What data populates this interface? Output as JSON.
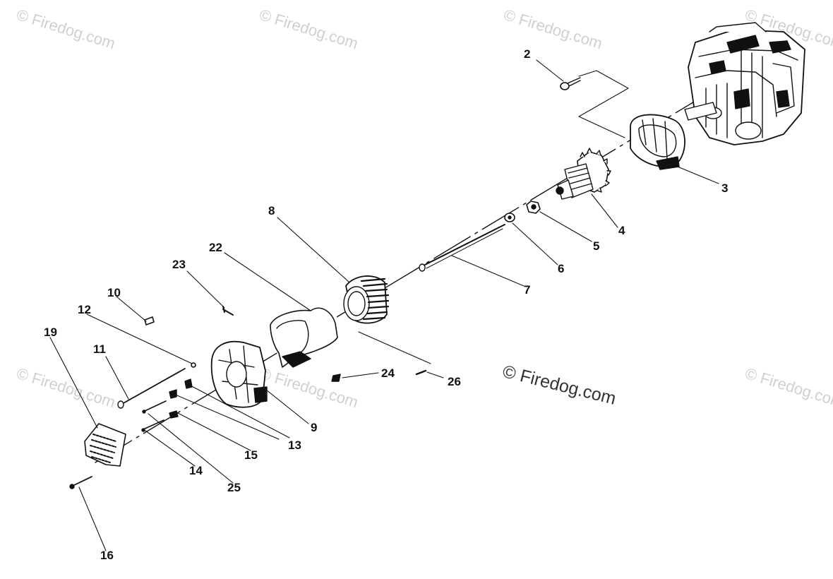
{
  "callouts": {
    "c2": "2",
    "c3": "3",
    "c4": "4",
    "c5": "5",
    "c6": "6",
    "c7": "7",
    "c8": "8",
    "c9": "9",
    "c10": "10",
    "c11": "11",
    "c12": "12",
    "c13": "13",
    "c14": "14",
    "c15": "15",
    "c16": "16",
    "c19": "19",
    "c22": "22",
    "c23": "23",
    "c24": "24",
    "c25": "25",
    "c26": "26"
  },
  "watermark": "© Firedog.com",
  "copyright": "© Firedog.com",
  "colors": {
    "ink": "#111111",
    "watermark": "#d0d0d0",
    "background": "#ffffff"
  }
}
